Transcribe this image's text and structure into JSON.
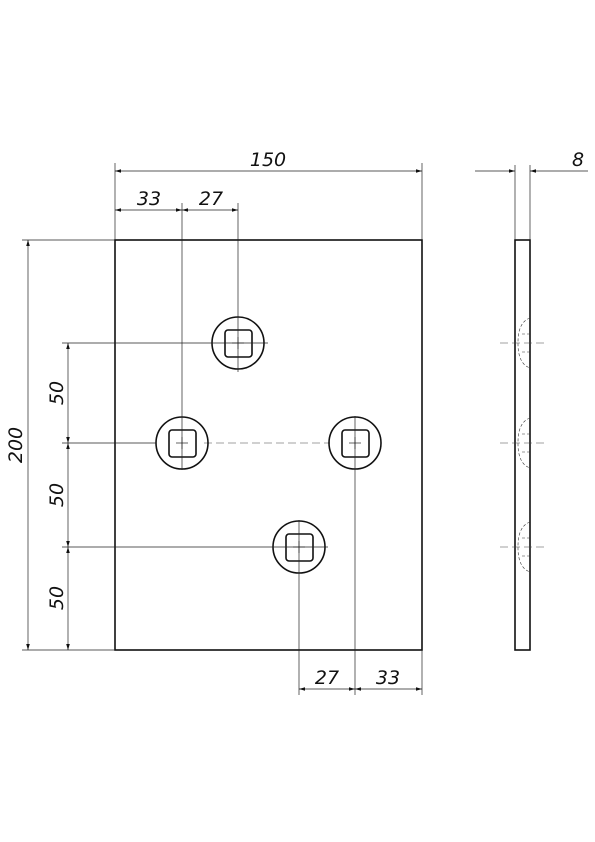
{
  "drawing": {
    "dimensions": {
      "overall_width": "150",
      "overall_height": "200",
      "thickness": "8",
      "top_offset_left": "33",
      "top_offset_step": "27",
      "bottom_offset_step": "27",
      "bottom_offset_right": "33",
      "vertical_pitch_1": "50",
      "vertical_pitch_2": "50",
      "vertical_pitch_3": "50"
    }
  }
}
